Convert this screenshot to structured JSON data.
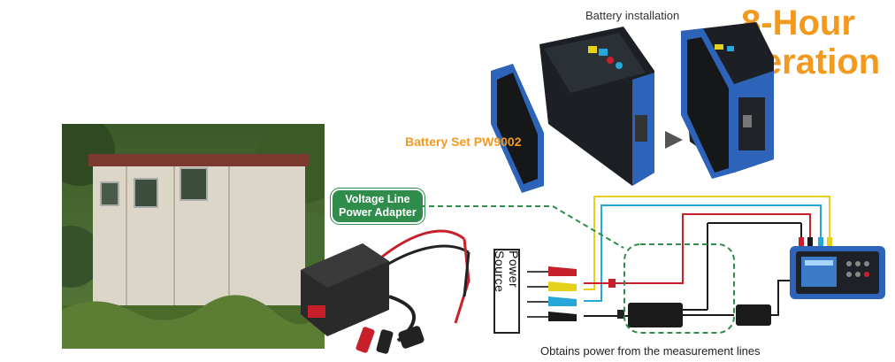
{
  "header": {
    "battery_installation": "Battery installation",
    "headline_line1": "8-Hour",
    "headline_line2": "operation"
  },
  "battery": {
    "label": "Battery Set PW9002"
  },
  "adapter": {
    "line1": "Voltage Line",
    "line2": "Power Adapter"
  },
  "diagram": {
    "power_source": "Power Source",
    "caption": "Obtains power from the measurement lines"
  },
  "colors": {
    "accent_orange": "#f39a1e",
    "badge_green": "#2f8c4b",
    "wire_yellow": "#e6d21c",
    "wire_blue": "#27a7d9",
    "wire_red": "#c8202a",
    "wire_black": "#1a1a1a",
    "device_blue": "#2d63b8"
  }
}
